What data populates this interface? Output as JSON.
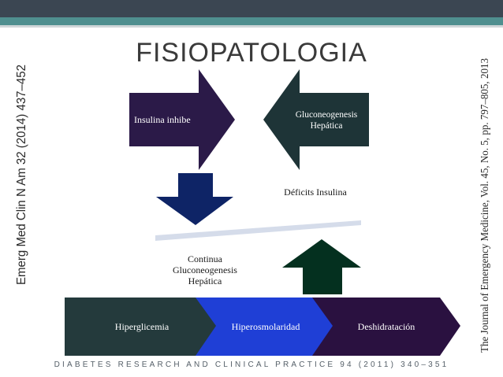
{
  "slide": {
    "title": "FISIOPATOLOGIA",
    "left_citation": "Emerg Med Clin N Am 32 (2014) 437–452",
    "right_citation": "The Journal of Emergency Medicine, Vol. 45, No. 5, pp. 797–805, 2013",
    "bottom_citation": "DIABETES RESEARCH AND CLINICAL PRACTICE 94 (2011) 340–351"
  },
  "diagram": {
    "arrow_right_label": "Insulina inhibe",
    "arrow_left_label_line1": "Gluconeogenesis",
    "arrow_left_label_line2": "Hepática",
    "deficit_label": "Déficits Insulina",
    "continua_line1": "Continua",
    "continua_line2": "Gluconeogenesis",
    "continua_line3": "Hepática",
    "chevrons": [
      {
        "label": "Hiperglicemia",
        "color": "#243a3c"
      },
      {
        "label": "Hiperosmolaridad",
        "color": "#1f3fd6"
      },
      {
        "label": "Deshidratación",
        "color": "#2a1140"
      }
    ]
  },
  "colors": {
    "insulina_arrow": "#2b1a48",
    "gluco_arrow": "#1e3437",
    "down_arrow": "#0e2466",
    "up_arrow": "#04301f",
    "balance_bar": "#d5dcea"
  }
}
